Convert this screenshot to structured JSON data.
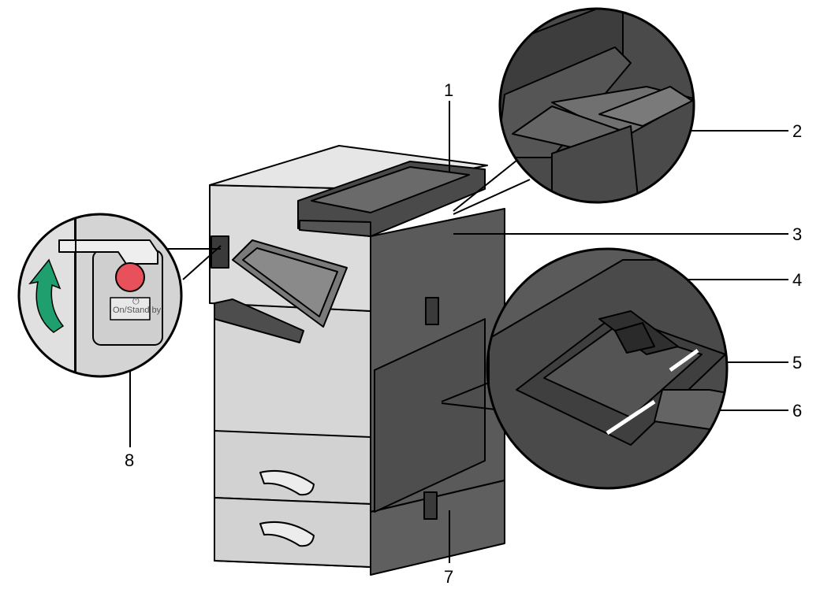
{
  "callouts": [
    {
      "id": "1",
      "label": "1"
    },
    {
      "id": "2",
      "label": "2"
    },
    {
      "id": "3",
      "label": "3"
    },
    {
      "id": "4",
      "label": "4"
    },
    {
      "id": "5",
      "label": "5"
    },
    {
      "id": "6",
      "label": "6"
    },
    {
      "id": "7",
      "label": "7"
    },
    {
      "id": "8",
      "label": "8"
    }
  ],
  "power_switch": {
    "label": "On/Stand by",
    "icon": "power-icon"
  },
  "colors": {
    "body_light": "#d9d9d9",
    "body_mid": "#bdbdbd",
    "panel_dark": "#5a5a5a",
    "panel_darker": "#3f3f3f",
    "screen": "#6e6e6e",
    "power_button": "#e8505b",
    "arrow_green": "#1f9e6e",
    "outline": "#000000"
  }
}
